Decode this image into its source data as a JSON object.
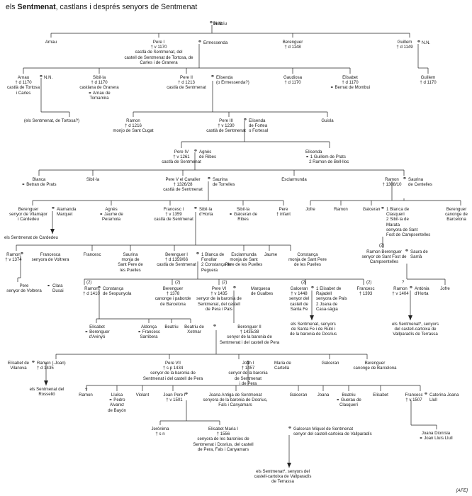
{
  "title": {
    "prefix": "els ",
    "bold": "Sentmenat",
    "rest": ", castlans i després senyors de Sentmenat"
  },
  "footer": "[AFE]",
  "marriage_symbol": "⚭",
  "nodes": {
    "beatriu": "Beatriu",
    "nn_top": "N.N.",
    "arnau_g1": "Arnau",
    "pere_i": "Pere I\n† v 1170\ncastlà de Sentmenat, del\ncastell de Sentmenat de Tortosa, de\nCarles i de Granera",
    "ermessenda": "Ermessenda",
    "berenguer_g1": "Berenguer\n† d 1148",
    "guillem_g1": "Guillem\n† d 1149",
    "nn_guillem": "N.N.",
    "arnau_g2": "Arnau\n† d 1170\ncastlà de Tortosa\ni Carles",
    "nn_arnau": "N.N.",
    "sibilla_g2": "Sibil·la\n† d 1170\ncastlana de Granera\n⚭ Arnau de\nTornamira",
    "pere_ii": "Pere II\n† d 1213\ncastlà de Sentmenat",
    "elisenda_g2": "Elisenda\n(o Ermessenda?)",
    "gaudiosa": "Gaudiosa\n† d 1170",
    "elisabet_g2": "Elisabet\n† d 1170\n⚭ Bernat de Montbui",
    "guillem_g2": "Guillem\n† d 1170",
    "sentmenat_tortosa": "(els Sentmenat, de Tortosa?)",
    "ramon_g3": "Ramon\n† d 1216\nmonjo de Sant Cugat",
    "pere_iii": "Pere III\n† v 1230\ncastlà de Sentmenat",
    "elisenda_fortea": "Elisenda\nde Fortea\no Fortesal",
    "guisla": "Guisla",
    "pere_iv": "Pere IV\n† v 1261\ncastlà de Sentmenat",
    "agnes_ribes": "Agnès\nde Ribes",
    "elisenda_g4": "Elisenda\n⚭ 1 Guillem de Prats\n   2 Ramon de Bell-lloc",
    "blanca_g5": "Blanca\n⚭ Betran de Prats",
    "sibilla_g5": "Sibil·la",
    "pere_v": "Pere V el Cavaller\n† 1326/28\ncastlà de Sentmenat",
    "saurina_torrelles": "Saurina\nde Torrelles",
    "esclarmunda_g5": "Esclarmunda",
    "ramon_g5": "Ramon\n† 1308/10",
    "saurina_centelles": "Saurina\nde Centelles",
    "berenguer_vilamajor": "Berenguer\nsenyor de Vilamajor\ni Cardedeu",
    "alamanda_marquet": "Alamanda\nMarquet",
    "agnes_g6": "Agnès\n⚭ Jaume de\nPeramola",
    "francesc_i": "Francesc I\n† v 1359\ncastlà de Sentmenat",
    "sibilla_horta": "Sibil·la\nd'Horta",
    "sibilla_ribes": "Sibil·la\n⚭ Galceran de\nRibes",
    "pere_infant": "Pere\n† infant",
    "jofre_g6": "Jofre",
    "ramon_g6": "Ramon",
    "galceran_g6": "Galceran",
    "blanca_clasqueri": "1 Blanca de\nClasqueri\n2 Sibil·la de\nMarata\nsenyora de Sant\nFost de Campsentelles",
    "berenguer_canonge_g6": "Berenguer\ncanonge de\nBarcelona",
    "sentmenat_cardedeu": "els Sentmenat de Cardedeu",
    "n2_galceran": "(2)",
    "ramon_1374": "Ramon\n† v 1374",
    "francesca_voltrera": "Francesca\nsenyora de Voltrera",
    "francesc_g7": "Francesc",
    "saurina_monja": "Saurina\nmonja de\nSant Pere de\nles Puelles",
    "berenguer_i": "Berenguer I\n† d 1359/66\ncastlà de Sentmenat",
    "blanca_fonollar": "1 Blanca de\nFonollar\n2 Constança de\nPeguera",
    "esclarmunda_monja": "Esclarmunda\nmonja de Sant\nPere de les Puelles",
    "jaume_g7": "Jaume",
    "constanca_monja": "Constança\nmonja de Sant Pere\nde les Puelles",
    "ramon_berenguer": "Ramon Berenguer\nsenyor de Sant Fost de\nCampsentelles",
    "saura_sarria": "Saura de\nSarrià",
    "pere_voltrera": "Pere\nsenyor de Voltrera",
    "clara_dusai": "Clara\nDusai",
    "n2_ramon": "(2)",
    "n2_berenguer": "(2)",
    "n2_perevi": "(2)",
    "n2_galceran8": "(2)",
    "n2_francesc8": "(2)",
    "q_ramon": "?",
    "ramon_1410": "Ramon\n† d 1410",
    "constanca_sespunyola": "Constança\nde Sespunyola",
    "berenguer_1378": "Berenguer\n† 1378\ncanonge i paborde\nde Barcelona",
    "pere_vi": "Pere VI\n† v 1435\nsenyor de la baronia de\nSentmenat, del castell\nde Pera i Pals",
    "marquesa_gualbes": "Marquesa\nde Gualbes",
    "galceran_1448": "Galceran\n† v 1448\nsenyor del\ncastell de\nSanta Fe",
    "elisabet_rajadell": "1 Elisabet de\nRajadell\nsenyora de Pals\n2 Joana de\nCasa-sàgia",
    "francesc_1393": "Francesc\n† 1393",
    "ramon_1404": "Ramon\n† v 1404",
    "antonia_horta": "Antònia\nd'Horta",
    "jofre_g8": "Jofre",
    "elisabet_avinyo": "Elisabet\n⚭ Berenguer\nd'Avinyó",
    "aldonca": "Aldonça\n⚭ Francesc\nSarribera",
    "beatriu_g9": "Beatriu",
    "beatriu_xetmar": "Beatriu de\nXetmar",
    "berenguer_ii": "Berenguer II\n† 1435/38\nsenyor de la baronia de\nSentmenat i del castell de Pera",
    "sentmenat_santafe": "els Sentmenat, senyors\nde Santa Fe i de Rubí i\nde la baronia de Dosrius",
    "sentmenat_terrassa_top": "els Sentmenat*, senyors\ndel castell-cartoixa de\nVallparadís de Terrassa",
    "elisabet_vilanova": "Elisabet de\nVilanova",
    "ramon_joan": "Ramon (-Joan)\n† d 1435",
    "pere_vii": "Pere VII\n† s p 1434\nsenyor de la baronia de\nSentmenat i del castell de Pera",
    "joan_i": "Joan I\n† 1457\nsenyor de la baronia\nde Sentmenat\ni de Pera",
    "maria_cartella": "Maria de\nCartellà",
    "galceran_g10": "Galceran",
    "berenguer_canonge_g10": "Berenguer\ncanonge de Barcelona",
    "sentmenat_rossello": "els Sentmenat del\nRosselló",
    "ramon_g11": "Ramon",
    "lluisa": "Lluïsa\n⚭ Pedro\nAlvarez\nde Bayón",
    "violant": "Violant",
    "joan_pere_i": "Joan Pere I\n† v 1501",
    "joana_antiga": "Joana Antiga de Sentmenat\nsenyora de la baronia de Dosrius,\nFals i Canyamars",
    "galceran_g11": "Galceran",
    "joana_g11": "Joana",
    "beatriu_g11": "Beatriu\n⚭ Guerau de\nClasquerí",
    "elisabet_g11": "Elisabet",
    "francesc_1507": "Francesc\n† v 1507",
    "caterina_joana": "Caterina Joana\nLlull",
    "q_g11": "?",
    "jeronima": "Jerònima\n† s n",
    "elisabet_maria": "Elisabet Maria I\n† 1556\nsenyora de les baronies de\nSentmenat i Dosrius, del castell\nde Pera, Fals i Canyamars",
    "galceran_miquel": "Galceran Miquel de Sentmenat\nsenyor del castell-cartoixa de Vallparadís",
    "joana_dionisia": "Joana Dionísia\n⚭ Joan Lluís Llull",
    "sentmenat_terrassa_bottom": "els Sentmenat*, senyors del\ncastell-cartoixa de Vallparadís\nde Terrassa"
  }
}
